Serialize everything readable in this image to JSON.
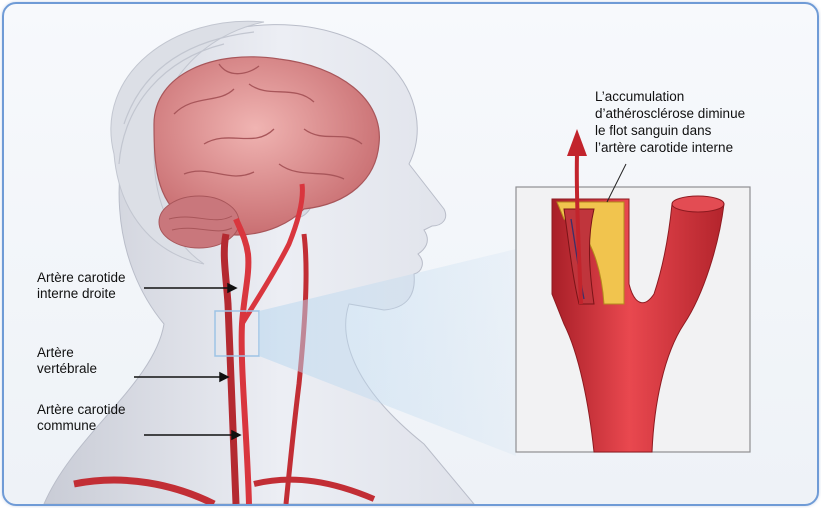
{
  "labels": {
    "internal_carotid": "Artère carotide\ninterne droite",
    "vertebral": "Artère\nvertébrale",
    "common_carotid": "Artère carotide\ncommune",
    "atherosclerosis": "L’accumulation\nd’athérosclérose diminue\nle flot sanguin dans\nl’artère carotide interne"
  },
  "colors": {
    "frame_border": "#6f9bd6",
    "artery_red": "#d9363e",
    "brain_pink": "#d98a8c",
    "plaque_yellow": "#f1c44e",
    "skin": "#e6e8ef"
  }
}
